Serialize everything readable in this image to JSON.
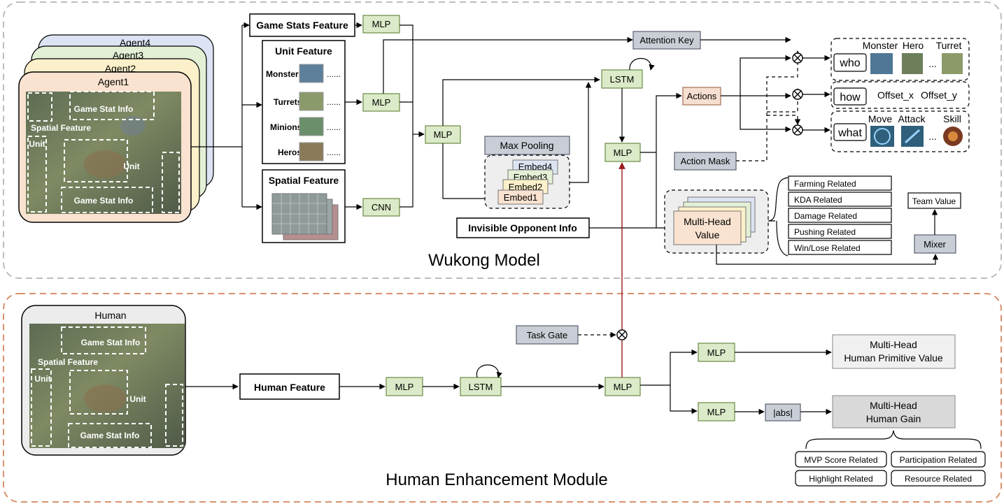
{
  "sections": {
    "wukong_model": "Wukong Model",
    "human_module": "Human Enhancement Module"
  },
  "agents": {
    "agent1": "Agent1",
    "agent2": "Agent2",
    "agent3": "Agent3",
    "agent4": "Agent4",
    "human": "Human"
  },
  "screen_labels": {
    "game_stat_info": "Game Stat Info",
    "spatial_feature": "Spatial Feature",
    "unit": "Unit"
  },
  "features": {
    "game_stats": "Game Stats Feature",
    "unit": "Unit Feature",
    "spatial": "Spatial Feature",
    "invisible": "Invisible Opponent Info",
    "human": "Human Feature",
    "unit_rows": [
      "Monsters",
      "Turrets",
      "Minions",
      "Heros"
    ],
    "dots": "......"
  },
  "blocks": {
    "mlp": "MLP",
    "cnn": "CNN",
    "lstm": "LSTM",
    "max_pooling": "Max Pooling",
    "embeds": [
      "Embed4",
      "Embed3",
      "Embed2",
      "Embed1"
    ],
    "attention_key": "Attention Key",
    "actions": "Actions",
    "action_mask": "Action Mask",
    "multi_head_value": [
      "Multi-Head",
      "Value"
    ],
    "mixer": "Mixer",
    "team_value": "Team Value",
    "task_gate": "Task Gate",
    "abs": "|abs|",
    "human_primitive_value": [
      "Multi-Head",
      "Human Primitive Value"
    ],
    "human_gain": [
      "Multi-Head",
      "Human Gain"
    ]
  },
  "action_heads": {
    "who": "who",
    "how": "how",
    "what": "what",
    "monster": "Monster",
    "hero": "Hero",
    "turret": "Turret",
    "ellipsis": "...",
    "offset_x": "Offset_x",
    "offset_y": "Offset_y",
    "move": "Move",
    "attack": "Attack",
    "skill": "Skill"
  },
  "value_heads": [
    "Farming Related",
    "KDA Related",
    "Damage Related",
    "Pushing Related",
    "Win/Lose Related"
  ],
  "gain_heads": [
    "MVP Score Related",
    "Participation Related",
    "Highlight Related",
    "Resource Related"
  ],
  "colors": {
    "mlp_fill": "#dbeac8",
    "gray_fill": "#c9ced6",
    "actions_fill": "#f6dfd0",
    "agent1": "#f9e2cf",
    "agent2": "#fbf0c9",
    "agent3": "#e4f0d6",
    "agent4": "#dce4f4",
    "top_frame": "#bdbdbd",
    "bottom_frame": "#d8916f",
    "task_path": "#9a1b1b"
  }
}
